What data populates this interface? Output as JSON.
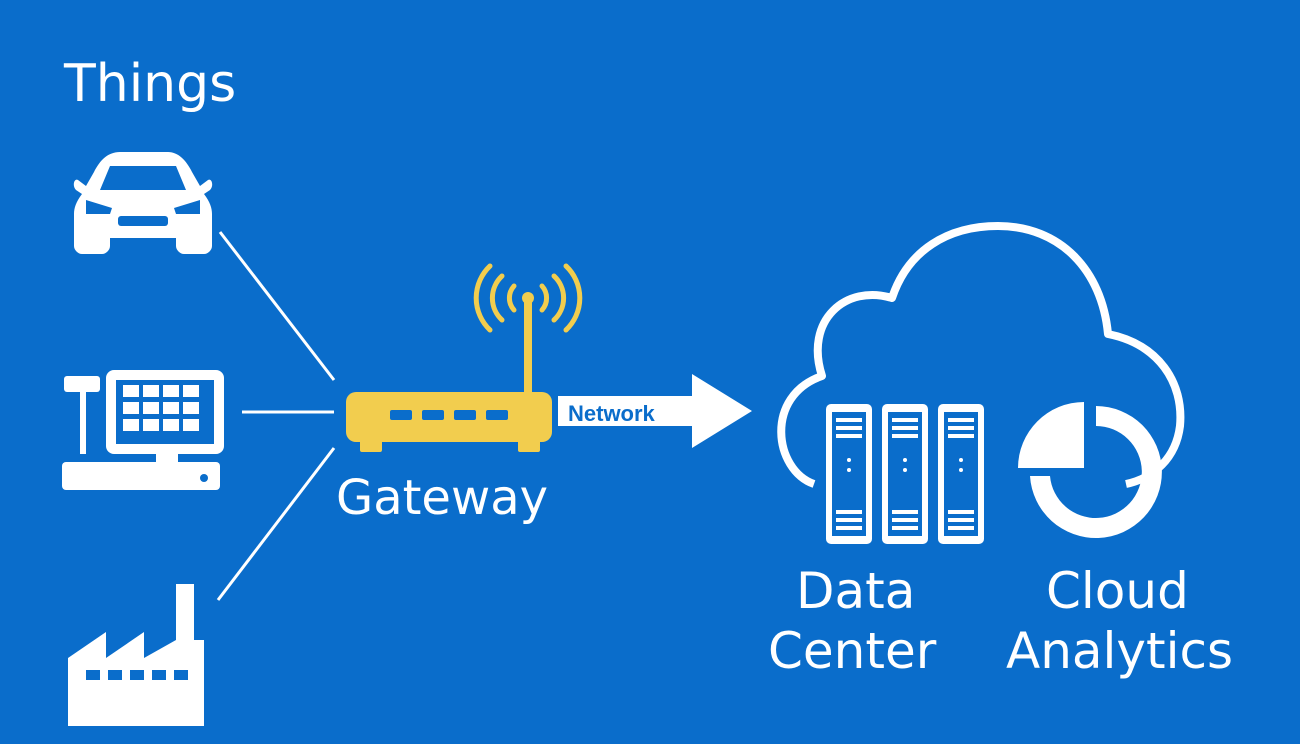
{
  "diagram": {
    "things_title": "Things",
    "gateway_label": "Gateway",
    "network_label": "Network",
    "data_center_label": [
      "Data",
      "Center"
    ],
    "cloud_analytics_label": [
      "Cloud",
      "Analytics"
    ],
    "things": [
      "car-icon",
      "cash-register-icon",
      "factory-icon"
    ],
    "icons": {
      "gateway": "router-icon",
      "wireless": "wifi-signal-icon",
      "cloud": "cloud-icon",
      "servers": "server-rack-icon",
      "analytics": "pie-chart-icon"
    },
    "colors": {
      "background": "#0a6dcb",
      "foreground": "#ffffff",
      "gateway": "#f2cd4e"
    }
  }
}
